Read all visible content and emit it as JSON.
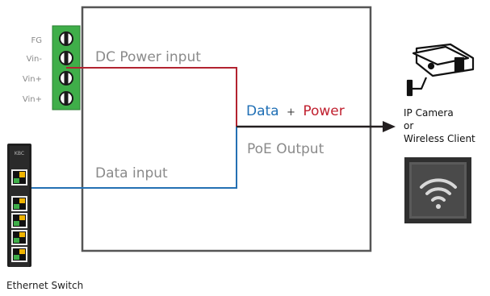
{
  "terminal_labels": [
    "FG",
    "Vin-",
    "Vin+",
    "Vin+"
  ],
  "dc_power_input": "DC Power input",
  "data_input": "Data input",
  "data_word": "Data",
  "plus": "+",
  "power_word": "Power",
  "poe_output": "PoE Output",
  "ip_camera": "IP Camera",
  "or_label": "or",
  "wireless_client": "Wireless Client",
  "ethernet_switch": "Ethernet Switch",
  "switch_brand": "KBC",
  "colors": {
    "box_border": "#555555",
    "power_line": "#b22330",
    "data_line": "#2470b3",
    "output_arrow": "#231f20",
    "label_gray": "#8a8a8a",
    "data_blue": "#1f6fb5",
    "power_red": "#c0202f",
    "terminal_green": "#3fae49",
    "switch_body": "#1f1f1f",
    "wifi_tile": "#4d4d4d"
  }
}
